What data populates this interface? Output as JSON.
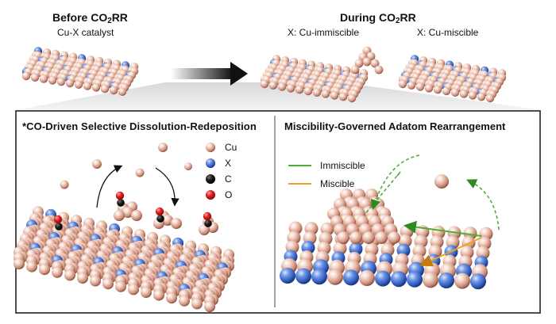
{
  "top": {
    "before_title_prefix": "Before CO",
    "before_title_sub": "2",
    "before_title_suffix": "RR",
    "before_subtitle": "Cu-X catalyst",
    "during_title_prefix": "During CO",
    "during_title_sub": "2",
    "during_title_suffix": "RR",
    "immiscible_label": "X: Cu-immiscible",
    "miscible_label": "X: Cu-miscible"
  },
  "left_panel": {
    "title": "*CO-Driven Selective Dissolution-Redeposition",
    "legend": [
      {
        "label": "Cu",
        "color": "#e8b8a4"
      },
      {
        "label": "X",
        "color": "#3f6fd1"
      },
      {
        "label": "C",
        "color": "#111111"
      },
      {
        "label": "O",
        "color": "#e01818"
      }
    ]
  },
  "right_panel": {
    "title": "Miscibility-Governed Adatom Rearrangement",
    "legend": [
      {
        "label": "Immiscible",
        "color": "#4caf32"
      },
      {
        "label": "Miscible",
        "color": "#f0a020"
      }
    ]
  },
  "colors": {
    "cu": "#e8b8a4",
    "x": "#3f6fd1",
    "frame": "#222222",
    "arrow": "#111111"
  }
}
